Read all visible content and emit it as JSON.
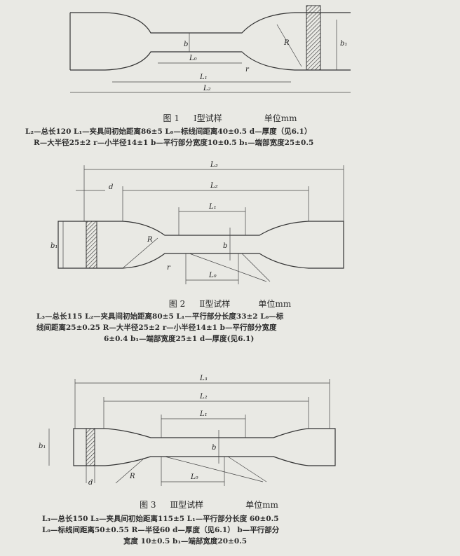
{
  "figures": [
    {
      "caption": {
        "number": "图 1",
        "title": "Ⅰ型试样",
        "unit": "单位mm"
      },
      "labels": {
        "L0": "L₀",
        "L1": "L₁",
        "L2": "L₂",
        "b": "b",
        "b1": "b₁",
        "R": "R",
        "r": "r"
      },
      "legend": [
        "L₂—总长120   L₁—夹具间初始距离86±5  L₀—标线间距离40±0.5   d—厚度（见6.1）",
        "R—大半径25±2   r—小半径14±1   b—平行部分宽度10±0.5   b₁—端部宽度25±0.5"
      ]
    },
    {
      "caption": {
        "number": "图 2",
        "title": "Ⅱ型试样",
        "unit": "单位mm"
      },
      "labels": {
        "L0": "L₀",
        "L1": "L₁",
        "L2": "L₂",
        "L3": "L₃",
        "b": "b",
        "b1": "b₁",
        "d": "d",
        "R": "R",
        "r": "r"
      },
      "legend": [
        "L₃—总长115   L₂—夹具间初始距离80±5   L₁—平行部分长度33±2   L₀—标",
        "线间距离25±0.25     R—大半径25±2   r—小半径14±1   b—平行部分宽度",
        "6±0.4   b₁—端部宽度25±1   d—厚度(见6.1)"
      ]
    },
    {
      "caption": {
        "number": "图 3",
        "title": "Ⅲ型试样",
        "unit": "单位mm"
      },
      "labels": {
        "L0": "L₀",
        "L1": "L₁",
        "L2": "L₂",
        "L3": "L₃",
        "b": "b",
        "b1": "b₁",
        "d": "d",
        "R": "R"
      },
      "legend": [
        "L₃—总长150   L₂—夹具间初始距离115±5   L₁—平行部分长度 60±0.5",
        "L₀—标线间距离50±0.55   R—半径60   d—厚度（见6.1）  b—平行部分",
        "宽度  10±0.5   b₁—端部宽度20±0.5"
      ]
    }
  ]
}
